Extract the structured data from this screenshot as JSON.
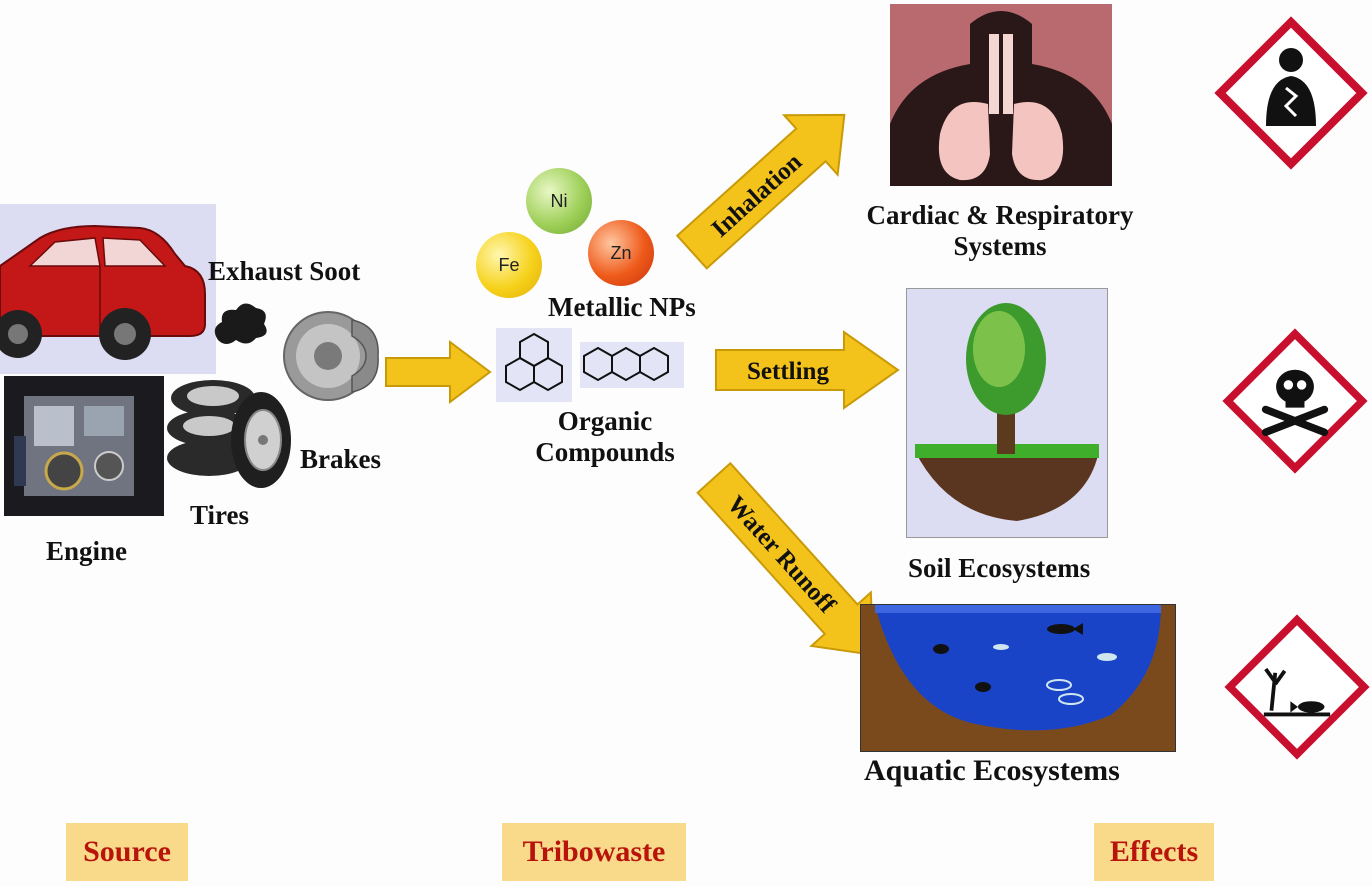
{
  "source": {
    "exhaust_label": "Exhaust Soot",
    "engine_label": "Engine",
    "tires_label": "Tires",
    "brakes_label": "Brakes"
  },
  "tribowaste": {
    "metals": [
      "Fe",
      "Ni",
      "Zn"
    ],
    "metallic_label": "Metallic NPs",
    "organic_label_1": "Organic",
    "organic_label_2": "Compounds"
  },
  "pathways": {
    "inhalation": "Inhalation",
    "settling": "Settling",
    "runoff": "Water Runoff"
  },
  "effects": {
    "cardiac_1": "Cardiac & Respiratory",
    "cardiac_2": "Systems",
    "soil": "Soil Ecosystems",
    "aquatic": "Aquatic Ecosystems"
  },
  "footer": {
    "source": "Source",
    "tribowaste": "Tribowaste",
    "effects": "Effects"
  },
  "hazard_icons": [
    "health-hazard-icon",
    "toxic-skull-icon",
    "environment-hazard-icon"
  ],
  "colors": {
    "arrow": "#f3c21b",
    "footer_bg": "#f9d98a",
    "footer_text": "#b8140c",
    "hazard_border": "#c8102e",
    "car": "#c41818"
  }
}
